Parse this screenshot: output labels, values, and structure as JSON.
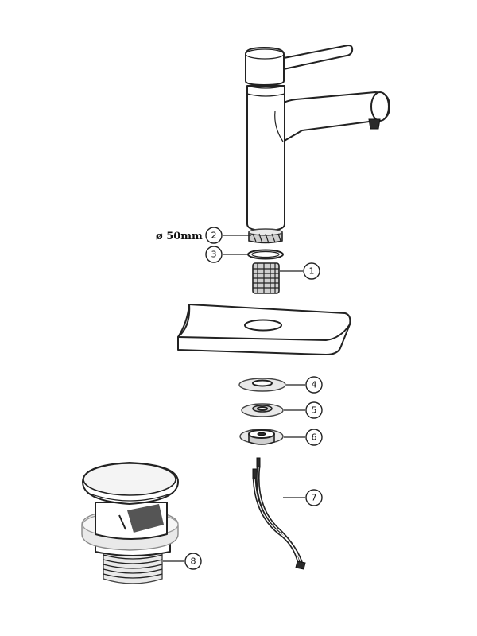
{
  "diameter_label": "ø 50mm",
  "callouts": [
    {
      "id": "part-1",
      "number": "1"
    },
    {
      "id": "part-2",
      "number": "2"
    },
    {
      "id": "part-3",
      "number": "3"
    },
    {
      "id": "part-4",
      "number": "4"
    },
    {
      "id": "part-5",
      "number": "5"
    },
    {
      "id": "part-6",
      "number": "6"
    },
    {
      "id": "part-7",
      "number": "7"
    },
    {
      "id": "part-8",
      "number": "8"
    }
  ]
}
